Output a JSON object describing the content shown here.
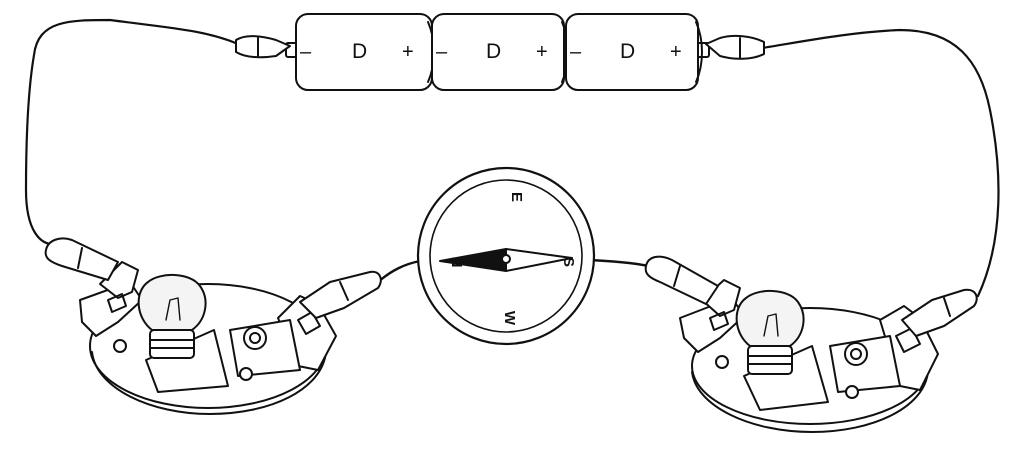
{
  "batteries": [
    {
      "neg": "–",
      "label": "D",
      "pos": "+"
    },
    {
      "neg": "–",
      "label": "D",
      "pos": "+"
    },
    {
      "neg": "–",
      "label": "D",
      "pos": "+"
    }
  ],
  "compass": {
    "n": "N",
    "e": "E",
    "s": "S",
    "w": "W"
  },
  "colors": {
    "stroke": "#111111",
    "background": "#ffffff",
    "glass": "#f4f4f4"
  }
}
